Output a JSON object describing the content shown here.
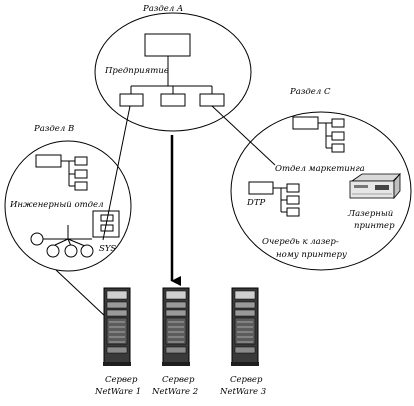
{
  "sections": {
    "a": {
      "title": "Раздел A",
      "label": "Предприятие"
    },
    "b": {
      "title": "Раздел B",
      "label": "Инженерный отдел",
      "device": "SYS"
    },
    "c": {
      "title": "Раздел C",
      "label": "Отдел маркетинга",
      "dtp": "DTP",
      "printer_line1": "Лазерный",
      "printer_line2": "принтер",
      "queue_line1": "Очередь к лазер-",
      "queue_line2": "ному принтеру"
    }
  },
  "servers": [
    {
      "line1": "Сервер",
      "line2": "NetWare 1"
    },
    {
      "line1": "Сервер",
      "line2": "NetWare 2"
    },
    {
      "line1": "Сервер",
      "line2": "NetWare 3"
    }
  ]
}
